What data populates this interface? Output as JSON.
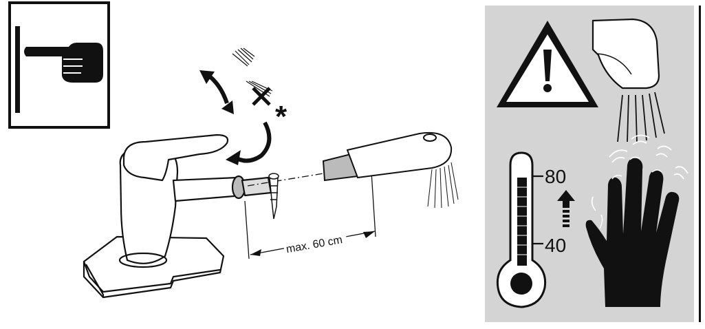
{
  "install": {
    "hose_length_label": "max. 60 cm",
    "asterisk": "*"
  },
  "safety": {
    "thermo_high": "80",
    "thermo_low": "40"
  },
  "icons": [
    "pointing-hand-icon",
    "warning-triangle-icon",
    "spray-outlet-icon",
    "thermometer-icon",
    "arrow-up-icon",
    "hot-hand-icon"
  ],
  "colors": {
    "panel_gray": "#d4d4d4",
    "ink": "#111111"
  }
}
